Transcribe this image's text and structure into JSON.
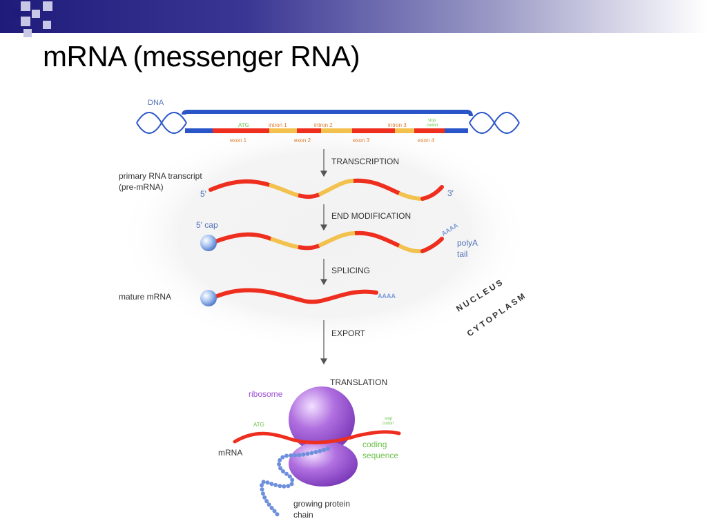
{
  "slide": {
    "title": "mRNA (messenger RNA)"
  },
  "colors": {
    "header_dark": "#1f1b7a",
    "exon_red": "#ee2e1e",
    "intron_yellow": "#f2c14e",
    "dna_blue": "#2a55c8",
    "label_blue": "#5070b8",
    "label_green": "#6cc24a",
    "ribosome_purple": "#b070e0"
  },
  "diagram": {
    "dna_label": "DNA",
    "gene_labels": {
      "atg": "ATG",
      "intron1": "intron 1",
      "intron2": "intron 2",
      "intron3": "intron 3",
      "stop_line1": "stop",
      "stop_line2": "codon",
      "exon1": "exon 1",
      "exon2": "exon 2",
      "exon3": "exon 3",
      "exon4": "exon 4"
    },
    "steps": {
      "transcription": "TRANSCRIPTION",
      "end_modification": "END MODIFICATION",
      "splicing": "SPLICING",
      "export": "EXPORT",
      "translation": "TRANSLATION"
    },
    "primary_transcript_line1": "primary RNA transcript",
    "primary_transcript_line2": "(pre-mRNA)",
    "five_prime": "5'",
    "three_prime": "3'",
    "five_cap": "5' cap",
    "polyA_line1": "polyA",
    "polyA_line2": "tail",
    "aaaa": "AAAA",
    "mature_mrna": "mature mRNA",
    "nucleus": "NUCLEUS",
    "cytoplasm": "CYTOPLASM",
    "ribosome": "ribosome",
    "atg": "ATG",
    "stop_line1": "stop",
    "stop_line2": "codon",
    "mrna": "mRNA",
    "coding_line1": "coding",
    "coding_line2": "sequence",
    "protein_line1": "growing protein",
    "protein_line2": "chain"
  }
}
